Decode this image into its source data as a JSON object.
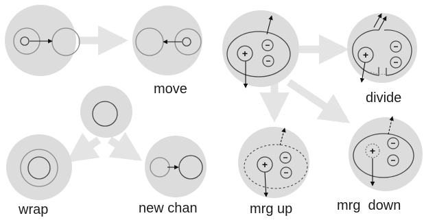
{
  "labels": {
    "move": "move",
    "divide": "divide",
    "wrap": "wrap",
    "new_chan": "new chan",
    "mrg_up": "mrg up",
    "mrg_down": "mrg  down"
  },
  "symbols": {
    "plus": "+",
    "minus": "−"
  },
  "colors": {
    "blob": "#dcdcdc",
    "flow_arrow": "#e4e4e4",
    "stroke_light": "#8a8a8a",
    "stroke_dark": "#444444",
    "arrow": "#111111"
  }
}
